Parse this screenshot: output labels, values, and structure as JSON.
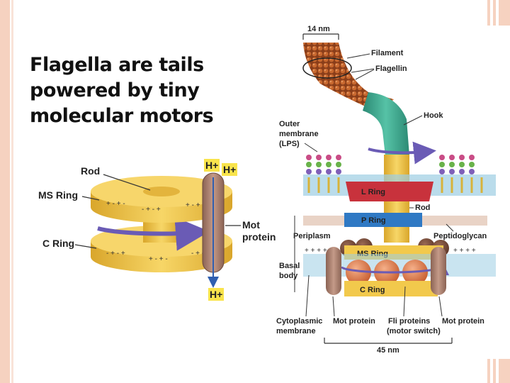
{
  "title_lines": [
    "Flagella are tails",
    "powered by tiny",
    "molecular motors"
  ],
  "left_diagram": {
    "rod": "Rod",
    "ms_ring": "MS Ring",
    "c_ring": "C Ring",
    "h_plus_top_1": "H+",
    "h_plus_top_2": "H+",
    "h_plus_bottom": "H+",
    "mot_protein_1": "Mot",
    "mot_protein_2": "protein"
  },
  "right_diagram": {
    "width_top": "14 nm",
    "filament": "Filament",
    "flagellin": "Flagellin",
    "hook": "Hook",
    "outer_membrane_1": "Outer",
    "outer_membrane_2": "membrane",
    "outer_membrane_3": "(LPS)",
    "l_ring": "L Ring",
    "rod": "Rod",
    "p_ring": "P Ring",
    "periplasm": "Periplasm",
    "peptidoglycan": "Peptidoglycan",
    "ms_ring": "MS Ring",
    "basal_1": "Basal",
    "basal_2": "body",
    "c_ring": "C Ring",
    "cyto_1": "Cytoplasmic",
    "cyto_2": "membrane",
    "mot_protein_left": "Mot protein",
    "fli_1": "Fli proteins",
    "fli_2": "(motor switch)",
    "mot_protein_right": "Mot protein",
    "width_bottom": "45 nm"
  },
  "colors": {
    "ring_yellow": "#f2c94c",
    "ring_dark": "#d9a62b",
    "hook_teal": "#3aa890",
    "filament_brown": "#b2582a",
    "l_ring_red": "#c8323c",
    "p_ring_blue": "#2f79c4",
    "mot_brown": "#a67c6b",
    "arrow_purple": "#6a5bb5",
    "h_label_bg": "#f9e44c"
  }
}
